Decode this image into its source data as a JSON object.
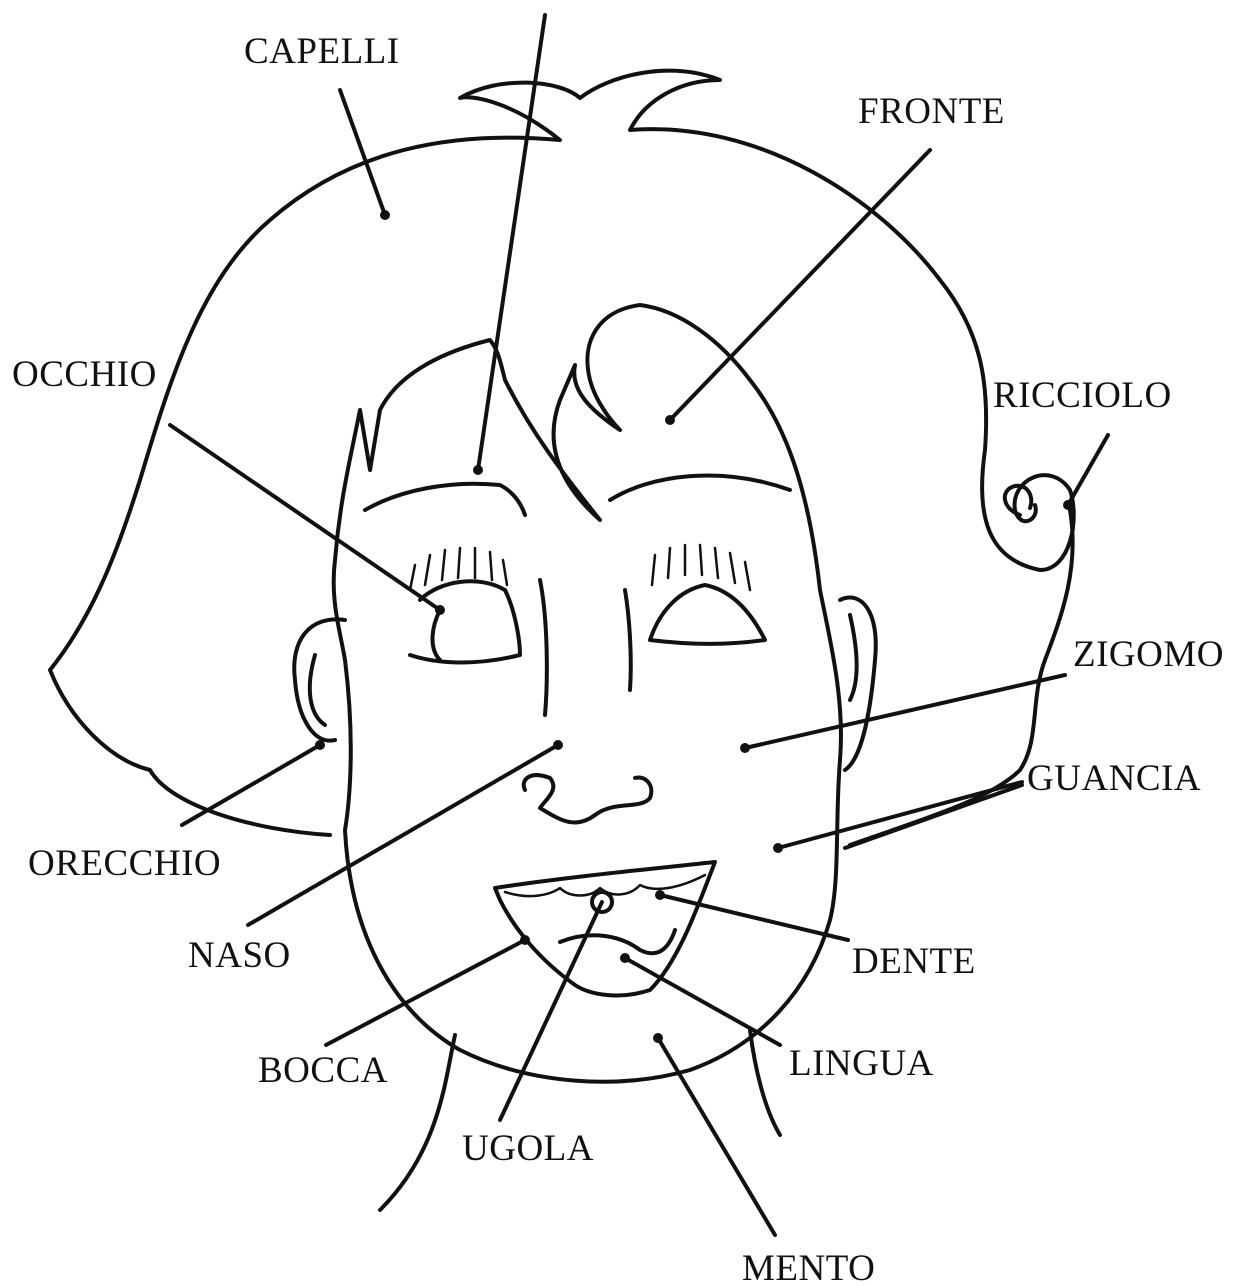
{
  "diagram": {
    "labels": {
      "capelli": "CAPELLI",
      "fronte": "FRONTE",
      "occhio": "OCCHIO",
      "ricciolo": "RICCIOLO",
      "zigomo": "ZIGOMO",
      "guancia": "GUANCIA",
      "orecchio": "ORECCHIO",
      "naso": "NASO",
      "dente": "DENTE",
      "bocca": "BOCCA",
      "lingua": "LINGUA",
      "ugola": "UGOLA",
      "mento": "MENTO"
    }
  }
}
